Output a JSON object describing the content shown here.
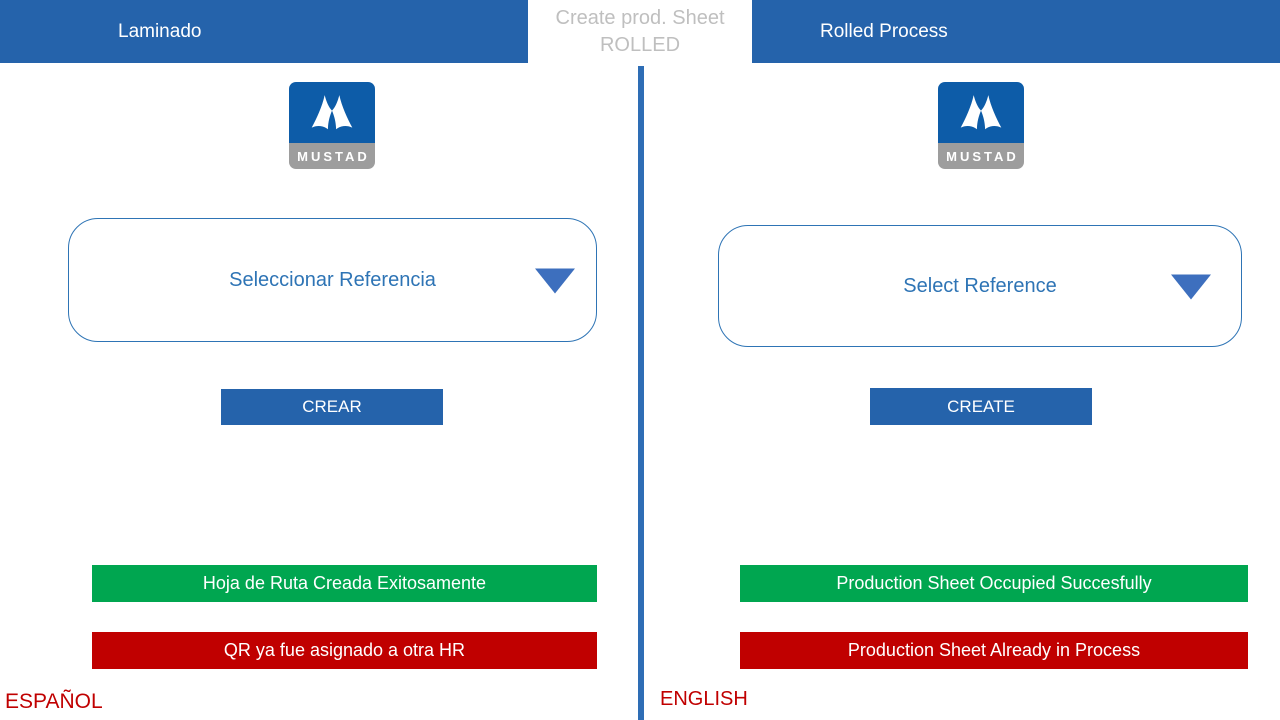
{
  "header": {
    "left_tab_label": "Laminado",
    "center_tab_line1": "Create prod. Sheet",
    "center_tab_line2": "ROLLED",
    "right_tab_label": "Rolled Process"
  },
  "colors": {
    "primary_blue": "#2563AB",
    "divider_blue": "#2E6DB5",
    "outline_blue": "#2E74B5",
    "arrow_blue": "#3D6FBE",
    "success_green": "#00A650",
    "error_red": "#C00000",
    "inactive_tab_gray": "#BFBFBF",
    "logo_blue": "#0D5CA8",
    "logo_gray_band": "#9D9D9D",
    "language_label_red": "#C00000"
  },
  "panels": {
    "spanish": {
      "logo_wordmark": "MUSTAD",
      "reference_dropdown_label": "Seleccionar Referencia",
      "create_button_label": "CREAR",
      "success_banner": "Hoja de Ruta Creada Exitosamente",
      "error_banner": "QR ya fue asignado a otra HR",
      "language_label": "ESPAÑOL"
    },
    "english": {
      "logo_wordmark": "MUSTAD",
      "reference_dropdown_label": "Select Reference",
      "create_button_label": "CREATE",
      "success_banner": "Production Sheet Occupied Succesfully",
      "error_banner": "Production Sheet Already in Process",
      "language_label": "ENGLISH"
    }
  }
}
